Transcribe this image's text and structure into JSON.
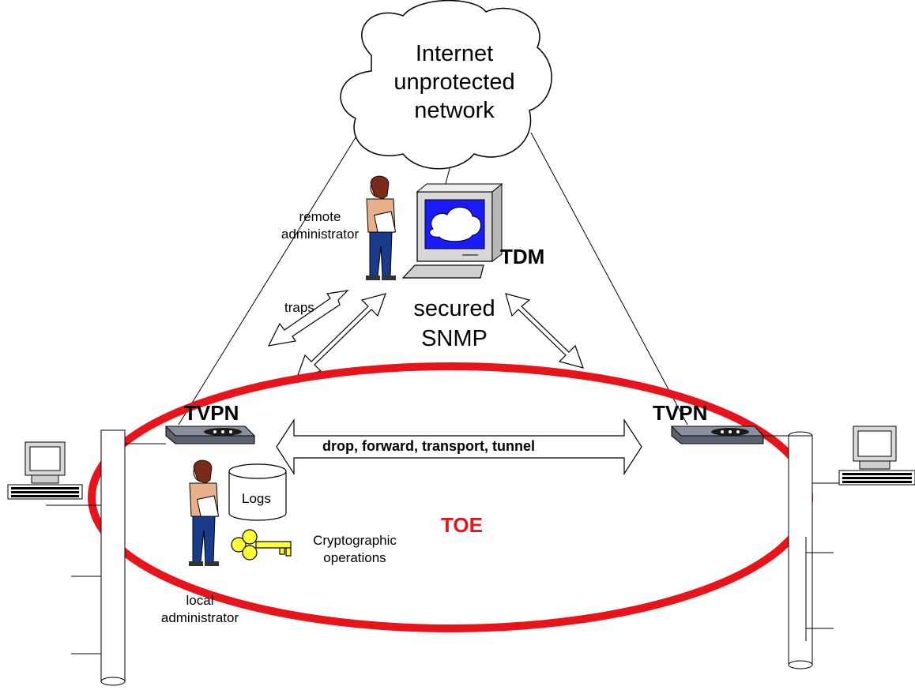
{
  "cloud": {
    "line1": "Internet",
    "line2": "unprotected",
    "line3": "network"
  },
  "remote_admin": {
    "line1": "remote",
    "line2": "administrator"
  },
  "tdm_label": "TDM",
  "secured": {
    "line1": "secured",
    "line2": "SNMP"
  },
  "traps_label": "traps",
  "tvpn_left": "TVPN",
  "tvpn_right": "TVPN",
  "flow_label": "drop, forward, transport, tunnel",
  "logs_label": "Logs",
  "crypto": {
    "line1": "Cryptographic",
    "line2": "operations"
  },
  "toe_label": "TOE",
  "local_admin": {
    "line1": "local",
    "line2": "administrator"
  },
  "colors": {
    "toe_ellipse": "#e8141c",
    "screen_blue": "#1a1aff",
    "key_yellow": "#ffff33",
    "router": "#5a6272"
  }
}
